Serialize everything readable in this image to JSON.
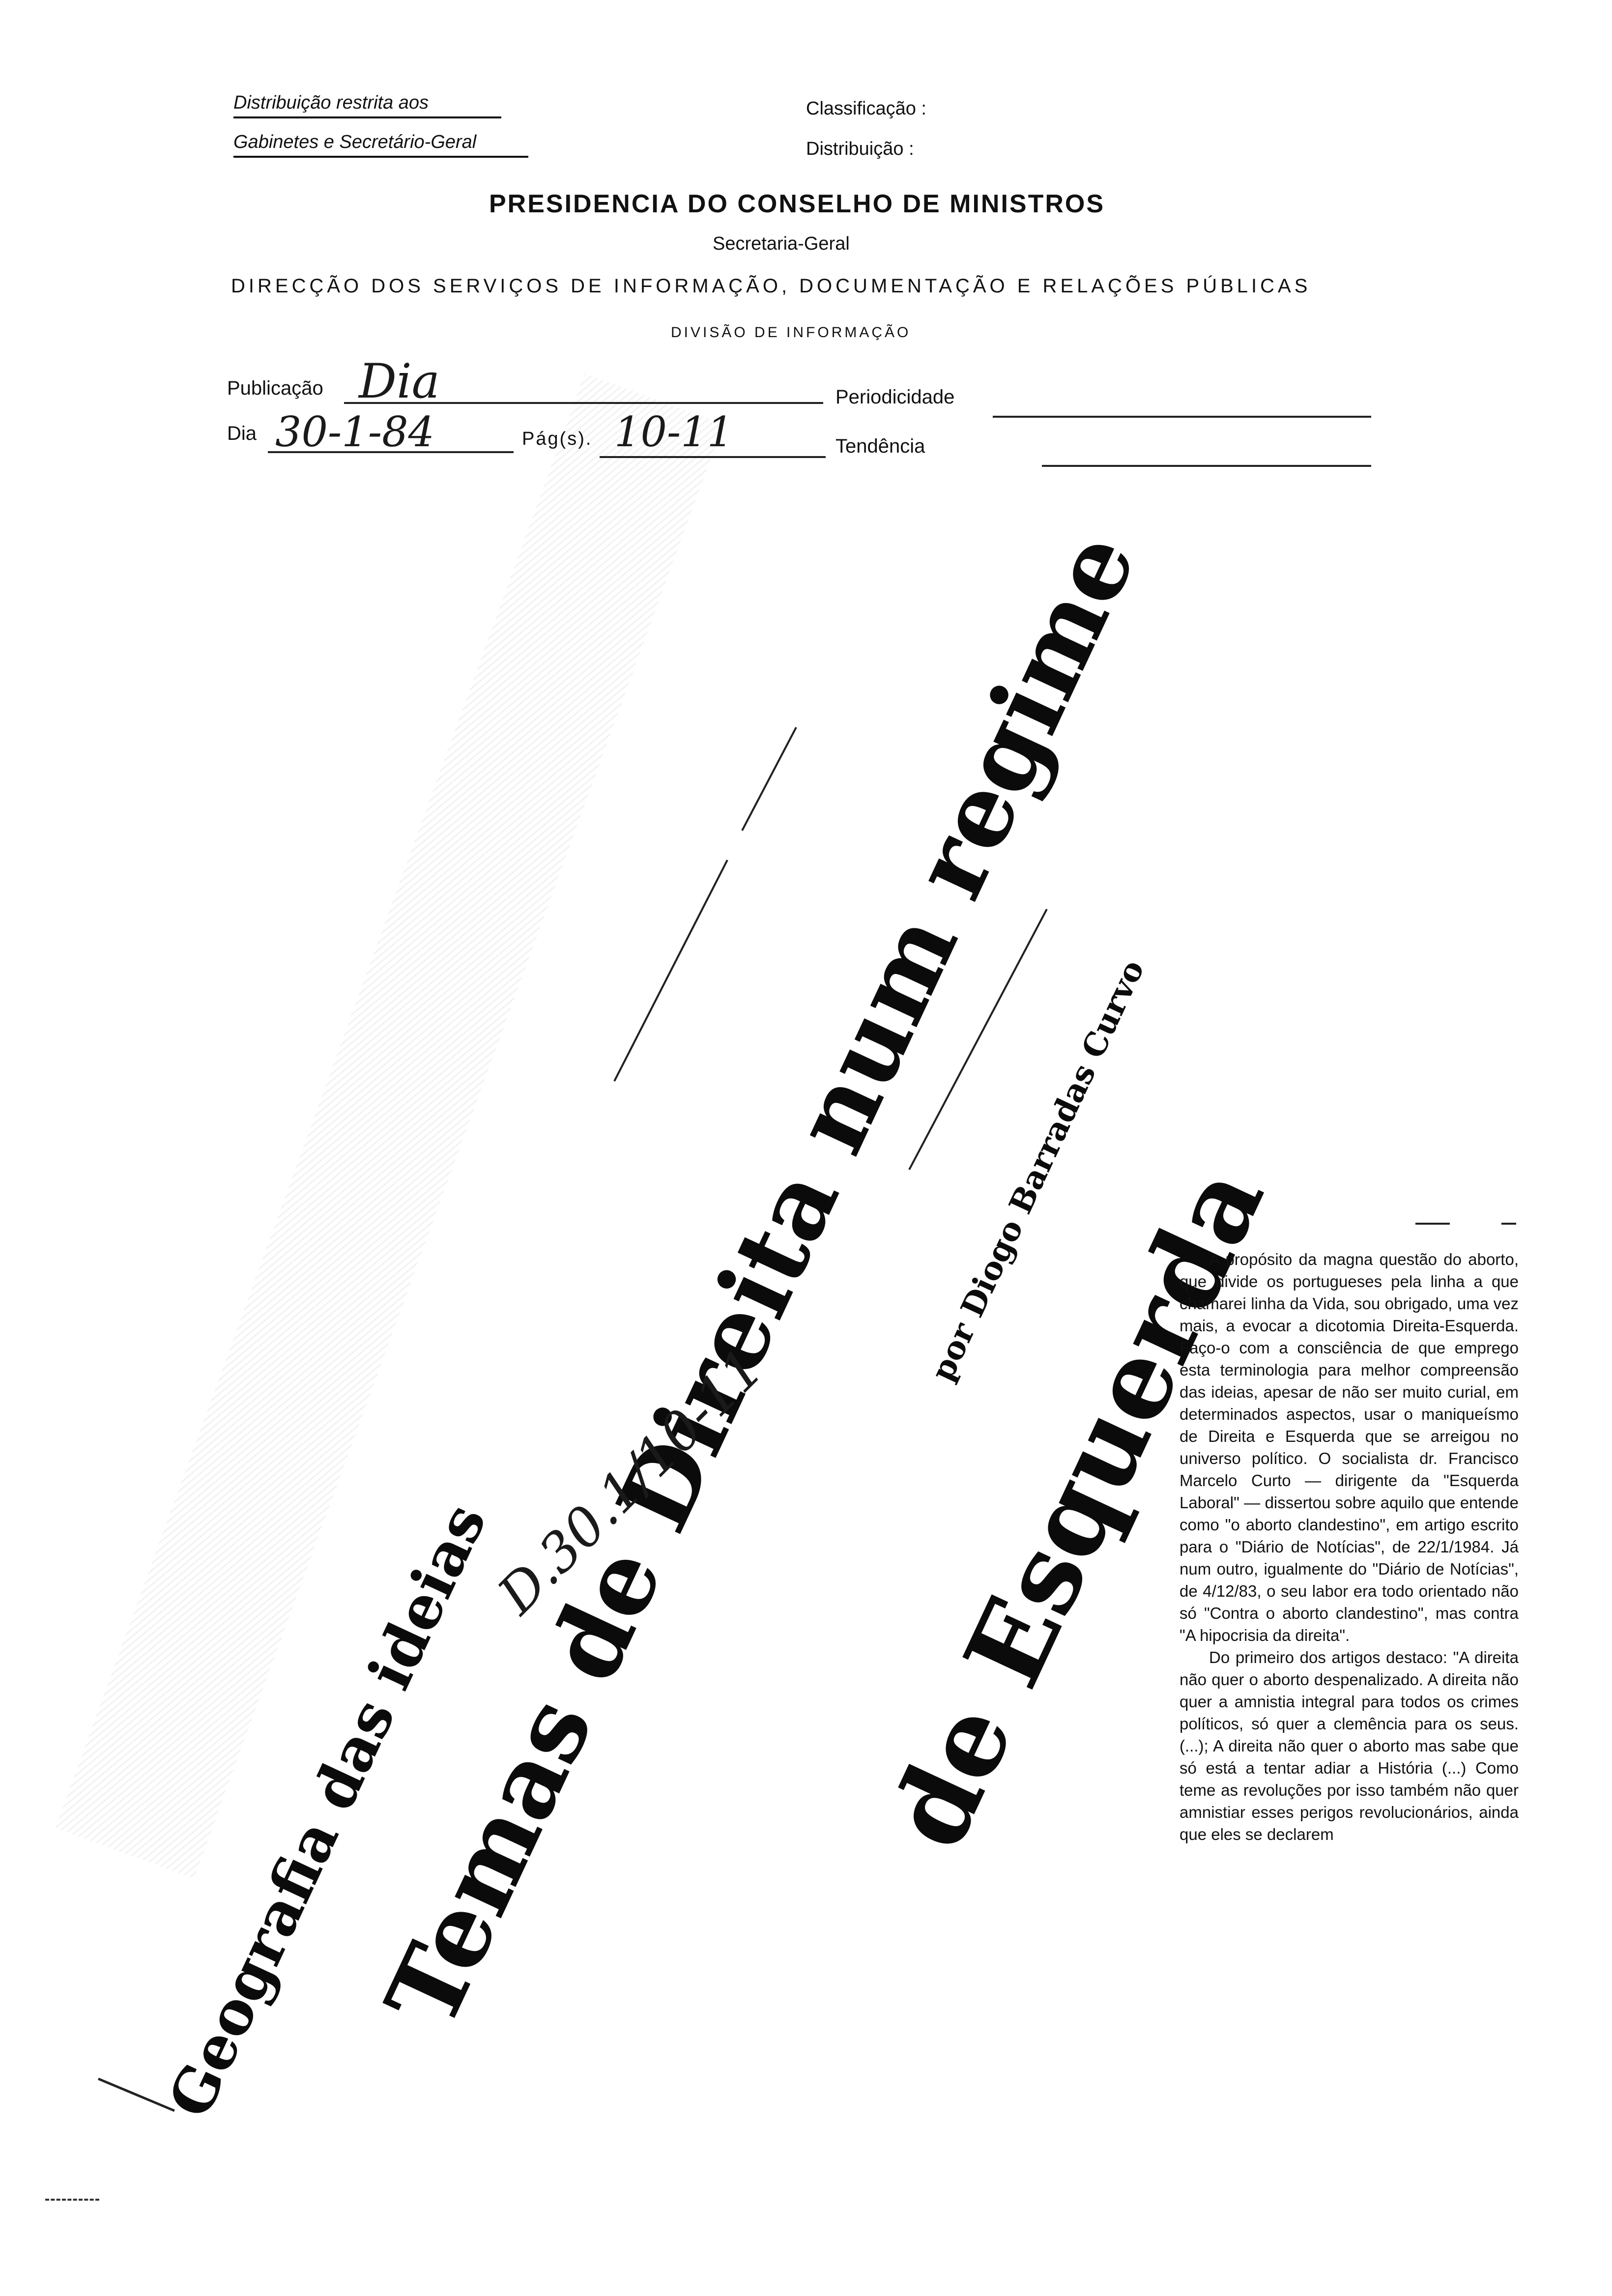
{
  "header": {
    "distribution_restricted_line1": "Distribuição restrita aos",
    "distribution_restricted_line2": "Gabinetes e Secretário-Geral",
    "classification_label": "Classificação :",
    "distribution_label": "Distribuição :",
    "org_title": "PRESIDENCIA DO CONSELHO DE MINISTROS",
    "secretariat": "Secretaria-Geral",
    "directorate": "DIRECÇÃO DOS SERVIÇOS DE INFORMAÇÃO, DOCUMENTAÇÃO E RELAÇÕES PÚBLICAS",
    "division": "DIVISÃO DE INFORMAÇÃO"
  },
  "form": {
    "publication_label": "Publicação",
    "publication_value": "Dia",
    "periodicity_label": "Periodicidade",
    "day_label": "Dia",
    "day_value": "30-1-84",
    "pages_label": "Pág(s).",
    "pages_value": "10-11",
    "tendency_label": "Tendência"
  },
  "article": {
    "kicker": "Geografia das ideias",
    "headline_line1": "Temas de Direita num regime",
    "headline_line2": "de Esquerda",
    "byline": "por Diogo Barradas Curvo",
    "handwritten_note": "D.30.1/10-11",
    "paragraphs": [
      "A propósito da magna questão do aborto, que divide os portugueses pela linha a que chamarei linha da Vida, sou obrigado, uma vez mais, a evocar a dicotomia Direita-Esquerda. Faço-o com a consciência de que emprego esta terminologia para melhor compreensão das ideias, apesar de não ser muito curial, em determinados aspectos, usar o maniqueísmo de Direita e Esquerda que se arreigou no universo político. O socialista dr. Francisco Marcelo Curto — dirigente da \"Esquerda Laboral\" — dissertou sobre aquilo que entende como \"o aborto clandestino\", em artigo escrito para o \"Diário de Notícias\", de 22/1/1984. Já num outro, igualmente do \"Diário de Notícias\", de 4/12/83, o seu labor era todo orientado não só \"Contra o aborto clandestino\", mas contra \"A hipocrisia da direita\".",
      "Do primeiro dos artigos destaco: \"A direita não quer o aborto despenalizado. A direita não quer a amnistia integral para todos os crimes políticos, só quer a clemência para os seus. (...); A direita não quer o aborto mas sabe que só está a tentar adiar a História (...) Como teme as revoluções por isso também não quer amnistiar esses perigos revolucionários, ainda que eles se declarem"
    ]
  }
}
